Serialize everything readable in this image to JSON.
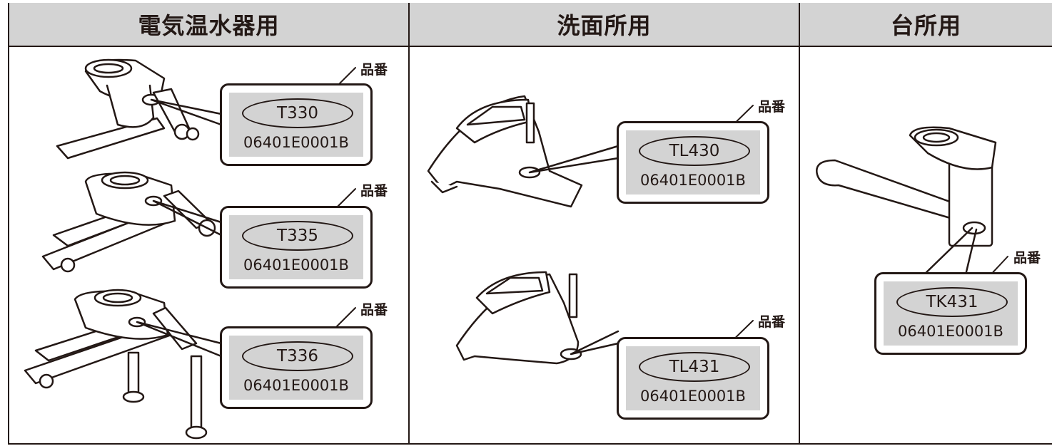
{
  "headers": [
    "電気温水器用",
    "洗面所用",
    "台所用"
  ],
  "part_label": "品番",
  "colors": {
    "line": "#231815",
    "fill": "#d3d3d3"
  },
  "labels": [
    {
      "model": "T330",
      "code": "06401E0001B"
    },
    {
      "model": "T335",
      "code": "06401E0001B"
    },
    {
      "model": "T336",
      "code": "06401E0001B"
    },
    {
      "model": "TL430",
      "code": "06401E0001B"
    },
    {
      "model": "TL431",
      "code": "06401E0001B"
    },
    {
      "model": "TK431",
      "code": "06401E0001B"
    }
  ]
}
